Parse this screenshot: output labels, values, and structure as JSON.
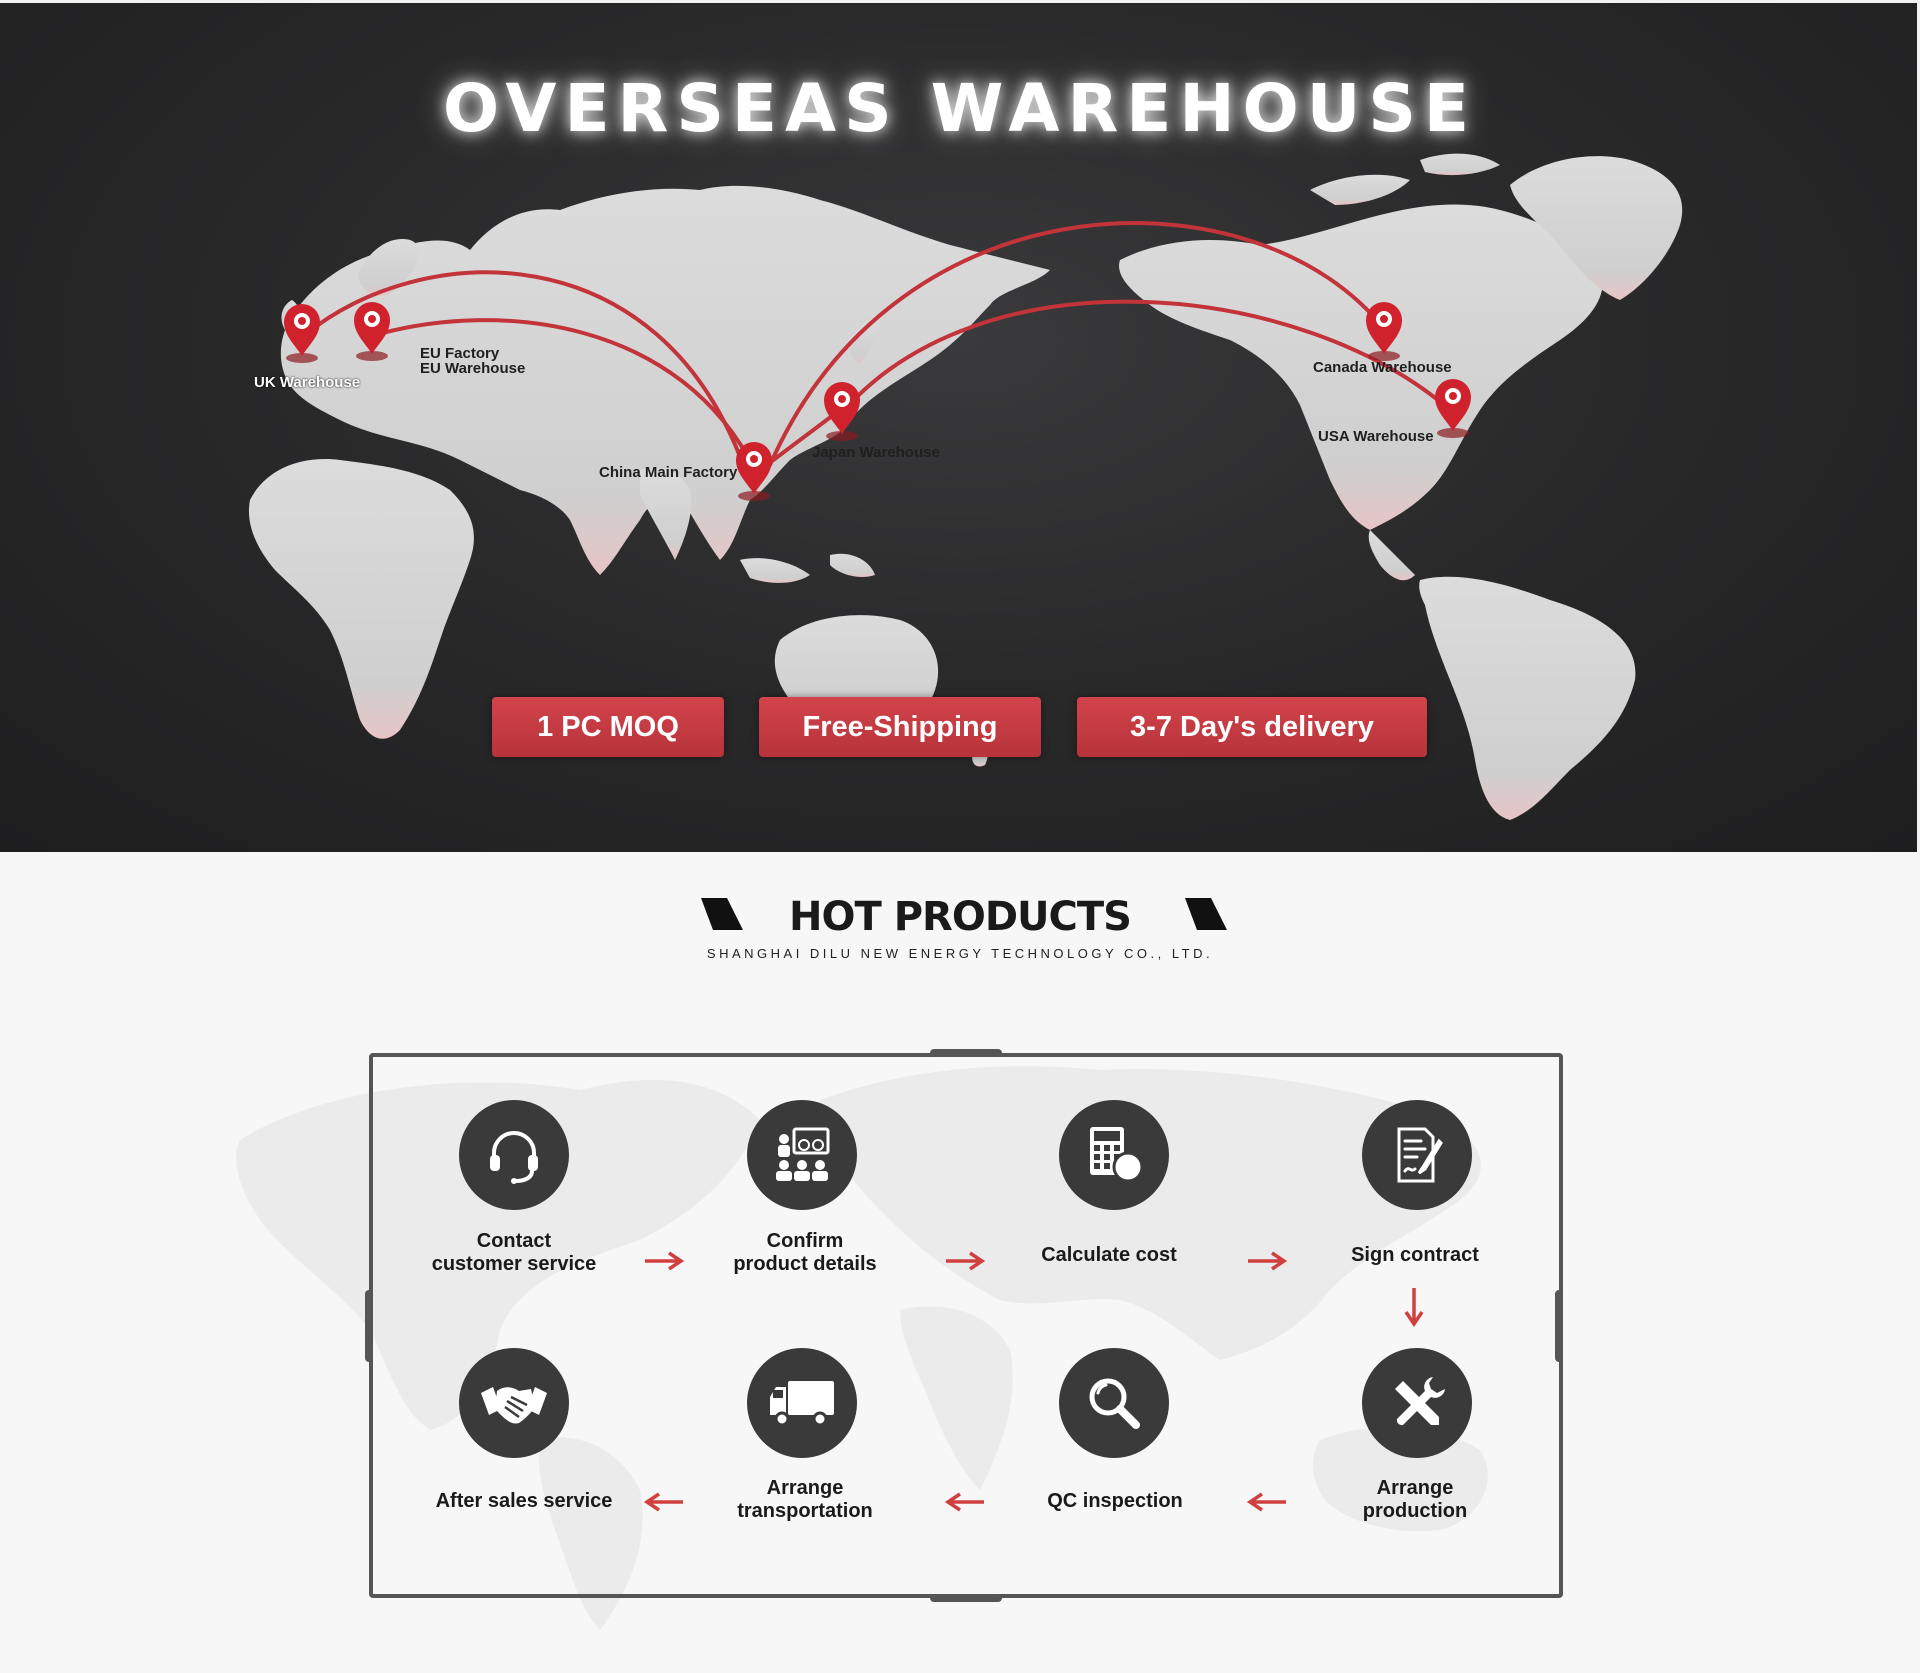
{
  "banner": {
    "title": "OVERSEAS WAREHOUSE",
    "locations": {
      "uk": "UK Warehouse",
      "eu_factory": "EU Factory",
      "eu_warehouse": "EU Warehouse",
      "china": "China Main Factory",
      "japan": "Japan Warehouse",
      "canada": "Canada Warehouse",
      "usa": "USA Warehouse"
    },
    "features": {
      "moq": "1 PC MOQ",
      "shipping": "Free-Shipping",
      "delivery": "3-7 Day's delivery"
    },
    "colors": {
      "accent": "#c13a41",
      "background": "#2a2a2b",
      "land": "#d4d4d4"
    }
  },
  "hot_products": {
    "title": "HOT PRODUCTS",
    "subtitle": "SHANGHAI DILU NEW ENERGY TECHNOLOGY CO.,  LTD."
  },
  "process": {
    "steps": [
      {
        "label_line1": "Contact",
        "label_line2": "customer service",
        "icon": "headset-icon"
      },
      {
        "label_line1": "Confirm",
        "label_line2": "product details",
        "icon": "presentation-icon"
      },
      {
        "label_line1": "Calculate cost",
        "label_line2": "",
        "icon": "calculator-icon"
      },
      {
        "label_line1": "Sign contract",
        "label_line2": "",
        "icon": "contract-icon"
      },
      {
        "label_line1": "Arrange",
        "label_line2": "production",
        "icon": "tools-icon"
      },
      {
        "label_line1": "QC inspection",
        "label_line2": "",
        "icon": "magnifier-icon"
      },
      {
        "label_line1": "Arrange",
        "label_line2": "transportation",
        "icon": "truck-icon"
      },
      {
        "label_line1": "After sales service",
        "label_line2": "",
        "icon": "handshake-icon"
      }
    ],
    "colors": {
      "icon_bg": "#3a3a3b",
      "arrow": "#d0403f"
    }
  }
}
